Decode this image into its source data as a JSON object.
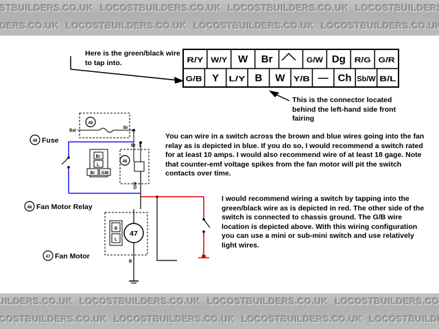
{
  "watermark": "LOCOSTBUILDERS.CO.UK",
  "colors": {
    "blue_wire": "#1a1aff",
    "red_wire": "#e00000"
  },
  "notes": {
    "tap": "Here is the green/black wire to tap into.",
    "connector": "This is the connector located behind the left-hand side front fairing"
  },
  "connector": {
    "top_row": [
      "R/Y",
      "W/Y",
      "W",
      "Br",
      "",
      "G/W",
      "Dg",
      "R/G",
      "G/R"
    ],
    "bottom_row": [
      "G/B",
      "Y",
      "L/Y",
      "B",
      "W",
      "Y/B",
      "—",
      "Ch",
      "Sb/W",
      "B/L"
    ]
  },
  "components": {
    "fuse": {
      "number": "49",
      "label": "Fuse"
    },
    "relay": {
      "number": "48",
      "label": "Fan Motor Relay"
    },
    "motor": {
      "number": "47",
      "label": "Fan Motor"
    },
    "fuse_box_num": "49",
    "relay_box_num": "48",
    "motor_box_num": "47"
  },
  "wire_labels": {
    "bat": "Bat",
    "br_fuse": "Br",
    "br_relay": "Br",
    "l_relay": "L",
    "gb": "G/B",
    "b": "B",
    "b2": "B"
  },
  "relay_icon": {
    "br": "Br",
    "l": "L",
    "br2": "Br",
    "gb": "G/B"
  },
  "motor_icon": {
    "b": "B",
    "l": "L"
  },
  "paragraphs": {
    "blue": "You can wire in a switch across the brown and blue wires going into the fan relay as is depicted in blue. If you do so, I would recommend a switch rated for at least 10 amps. I would also recommend wire of at least 18 gage. Note that counter-emf voltage spikes from the fan motor will pit the switch contacts over time.",
    "red": "I would recommend wiring a switch by tapping into the green/black wire as is depicted in red. The other side of the switch is connected to chassis ground. The G/B wire location is depicted above. With this wiring configuration you can use a mini or sub-mini switch and use relatively light wires."
  }
}
